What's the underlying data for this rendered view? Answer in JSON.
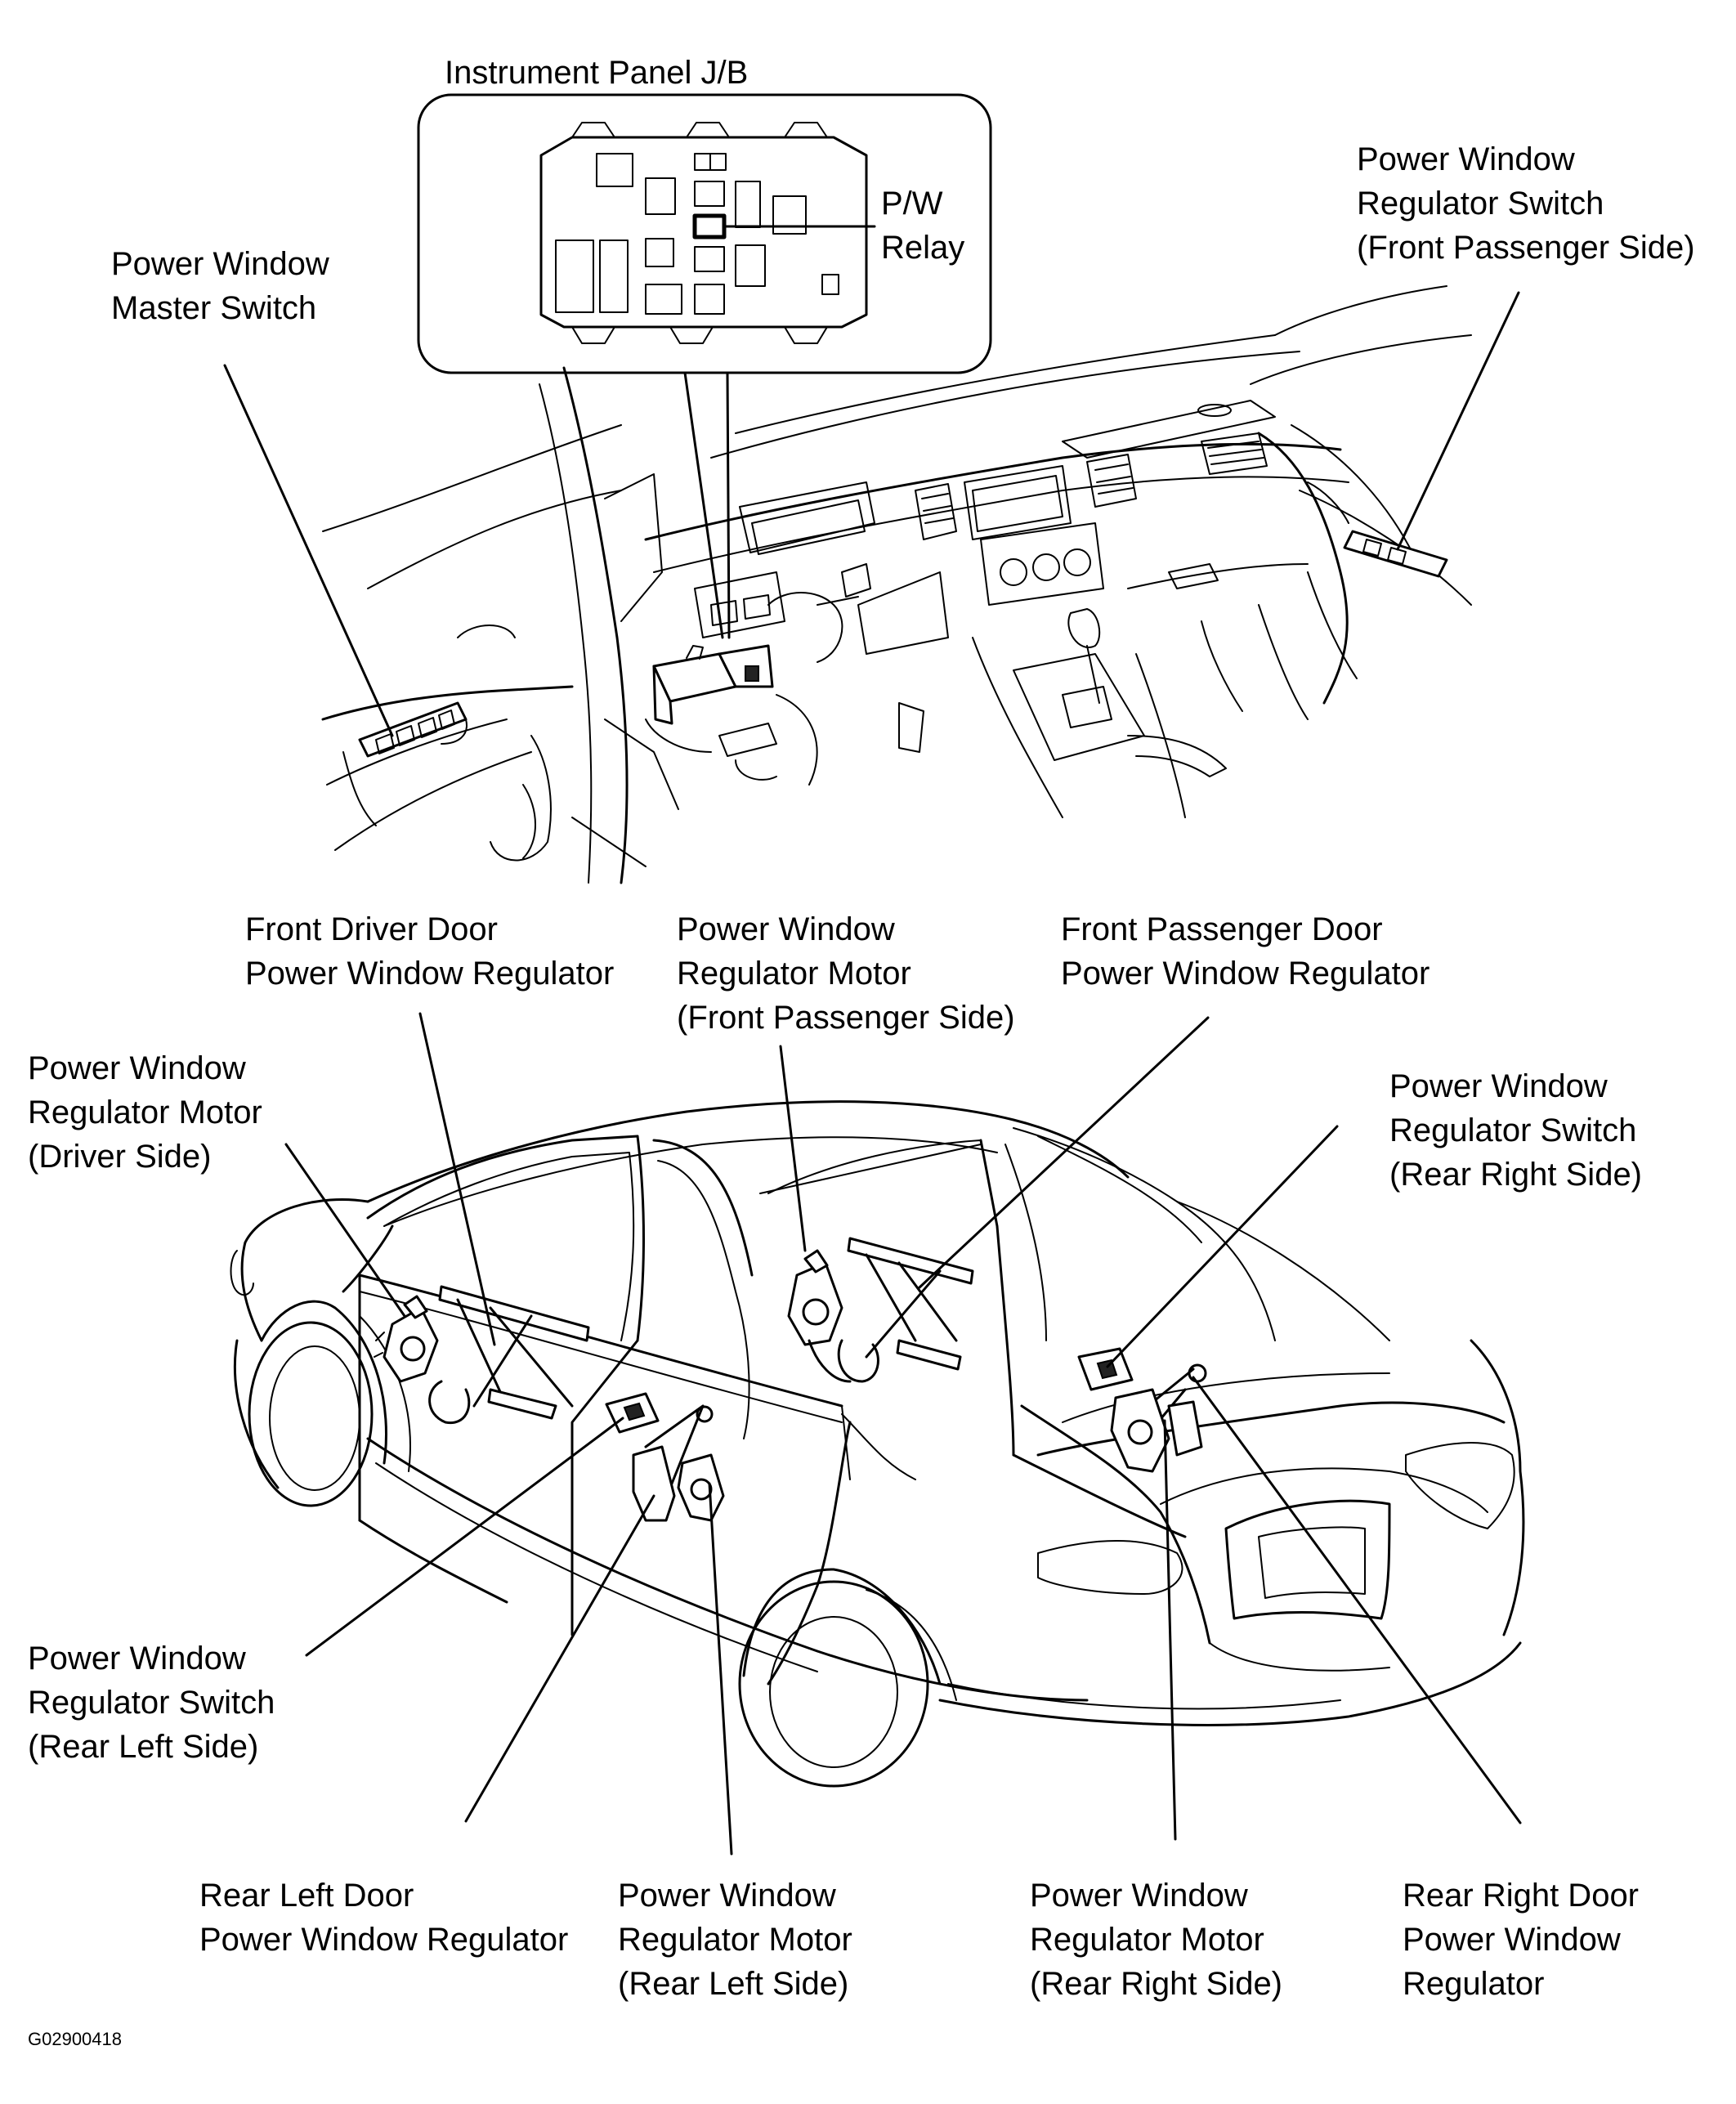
{
  "diagram": {
    "code": "G02900418",
    "labels": {
      "instrument_panel_jb": "Instrument Panel J/B",
      "pw_relay": [
        "P/W",
        "Relay"
      ],
      "pw_master_switch": [
        "Power Window",
        "Master Switch"
      ],
      "pw_reg_switch_front_passenger": [
        "Power Window",
        "Regulator Switch",
        "(Front Passenger Side)"
      ],
      "front_driver_door_regulator": [
        "Front Driver Door",
        "Power Window Regulator"
      ],
      "pw_reg_motor_front_passenger": [
        "Power Window",
        "Regulator Motor",
        "(Front Passenger Side)"
      ],
      "front_passenger_door_regulator": [
        "Front Passenger Door",
        "Power Window Regulator"
      ],
      "pw_reg_motor_driver": [
        "Power Window",
        "Regulator Motor",
        "(Driver Side)"
      ],
      "pw_reg_switch_rear_right": [
        "Power Window",
        "Regulator Switch",
        "(Rear Right Side)"
      ],
      "pw_reg_switch_rear_left": [
        "Power Window",
        "Regulator Switch",
        "(Rear Left Side)"
      ],
      "rear_left_door_regulator": [
        "Rear Left Door",
        "Power Window Regulator"
      ],
      "pw_reg_motor_rear_left": [
        "Power Window",
        "Regulator Motor",
        "(Rear Left Side)"
      ],
      "pw_reg_motor_rear_right": [
        "Power Window",
        "Regulator Motor",
        "(Rear Right Side)"
      ],
      "rear_right_door_regulator": [
        "Rear Right Door",
        "Power Window",
        "Regulator"
      ]
    }
  }
}
